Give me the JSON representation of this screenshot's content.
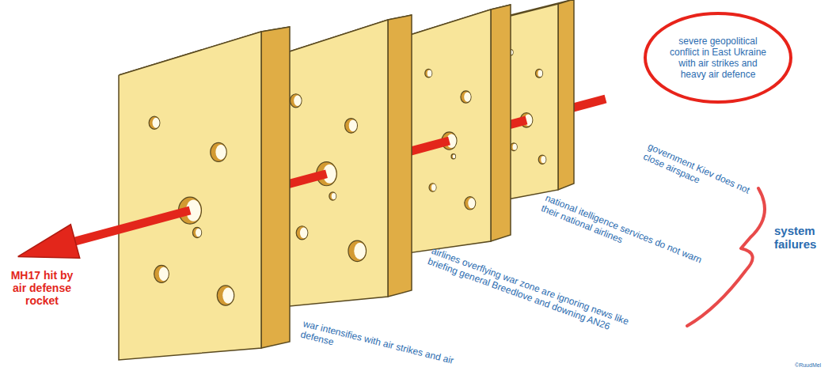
{
  "diagram": {
    "nodes": [
      {
        "text": [
          "severe geopolitical conflict in East Ukraine with air strikes and heavy air defence"
        ]
      }
    ],
    "labels": [
      "government Kiev does not close airspace",
      "national itelligence services do not warn their national airlines",
      "airlines overflying war zone are ignoring news like briefing general Breedlove and downing AN26",
      "war intensifies with air strikes and air defense",
      "system failures",
      "MH17 hit by air defense rocket",
      "©RuudMel"
    ]
  }
}
